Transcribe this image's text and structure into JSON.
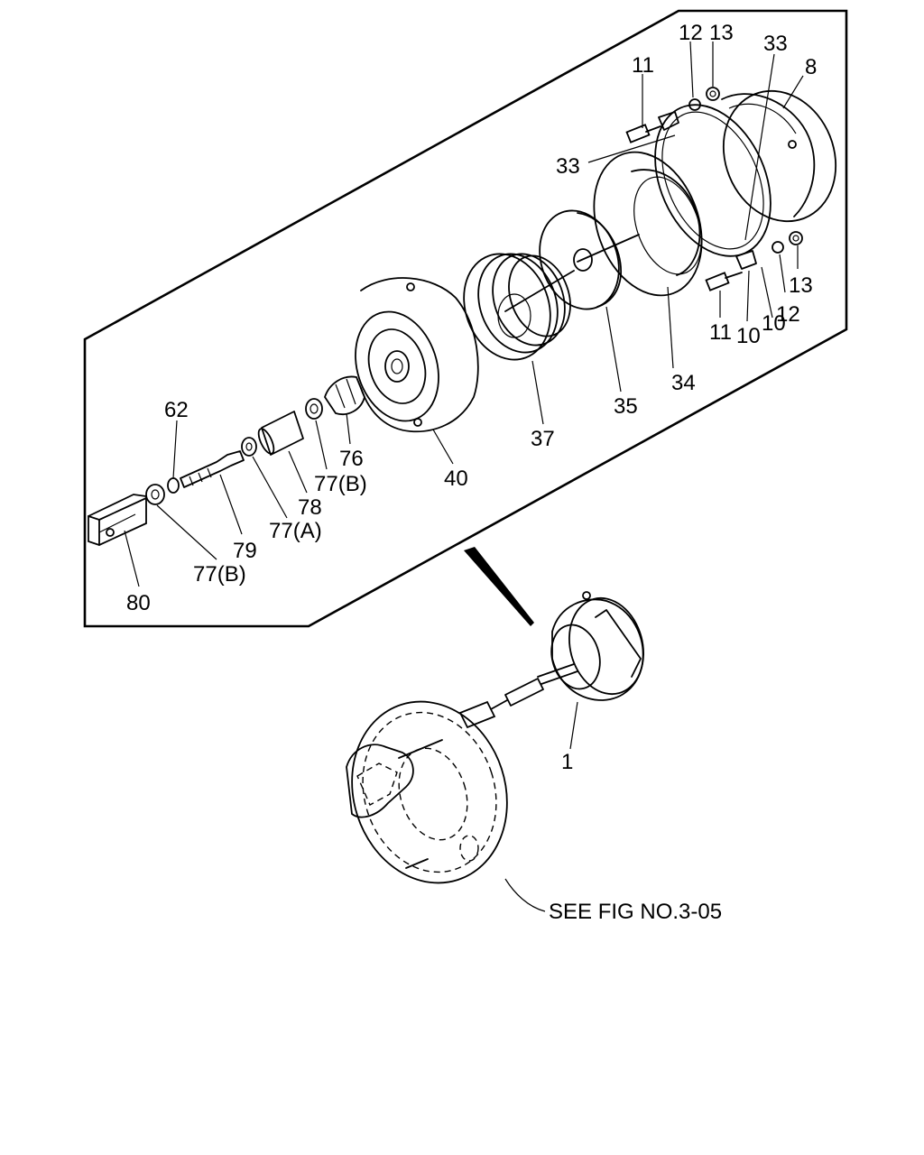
{
  "diagram": {
    "callouts": [
      {
        "id": "c8",
        "text": "8"
      },
      {
        "id": "c13a",
        "text": "13"
      },
      {
        "id": "c12a",
        "text": "12"
      },
      {
        "id": "c11a",
        "text": "11"
      },
      {
        "id": "c33a",
        "text": "33"
      },
      {
        "id": "c33b",
        "text": "33"
      },
      {
        "id": "c13b",
        "text": "13"
      },
      {
        "id": "c12b",
        "text": "12"
      },
      {
        "id": "c10a",
        "text": "10"
      },
      {
        "id": "c10b",
        "text": "10"
      },
      {
        "id": "c11b",
        "text": "11"
      },
      {
        "id": "c34",
        "text": "34"
      },
      {
        "id": "c35",
        "text": "35"
      },
      {
        "id": "c37",
        "text": "37"
      },
      {
        "id": "c40",
        "text": "40"
      },
      {
        "id": "c76",
        "text": "76"
      },
      {
        "id": "c77b1",
        "text": "77(B)"
      },
      {
        "id": "c78",
        "text": "78"
      },
      {
        "id": "c77a",
        "text": "77(A)"
      },
      {
        "id": "c79",
        "text": "79"
      },
      {
        "id": "c62",
        "text": "62"
      },
      {
        "id": "c77b2",
        "text": "77(B)"
      },
      {
        "id": "c80",
        "text": "80"
      },
      {
        "id": "c1",
        "text": "1"
      }
    ],
    "reference_note": "SEE FIG NO.3-05"
  }
}
